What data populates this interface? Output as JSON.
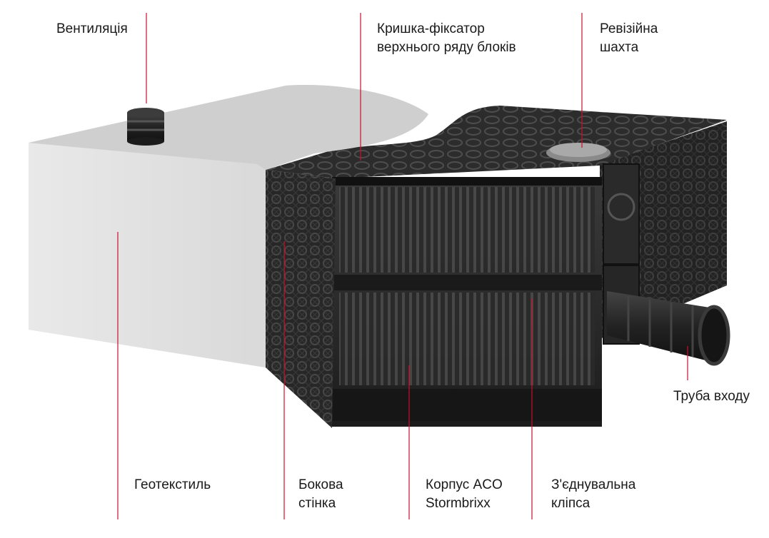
{
  "labels": {
    "ventilation": "Вентиляція",
    "cover": [
      "Кришка-фіксатор",
      "верхнього ряду блоків"
    ],
    "shaft": [
      "Ревізійна",
      "шахта"
    ],
    "inlet_pipe": "Труба входу",
    "geotextile": "Геотекстиль",
    "side_wall": [
      "Бокова",
      "стінка"
    ],
    "body": [
      "Корпус ACO",
      "Stormbrixx"
    ],
    "clip": [
      "З'єднувальна",
      "кліпса"
    ]
  },
  "colors": {
    "leader_line": "#c8102e",
    "geotextile": "#e3e3e3",
    "block": "#2b2b2b"
  }
}
